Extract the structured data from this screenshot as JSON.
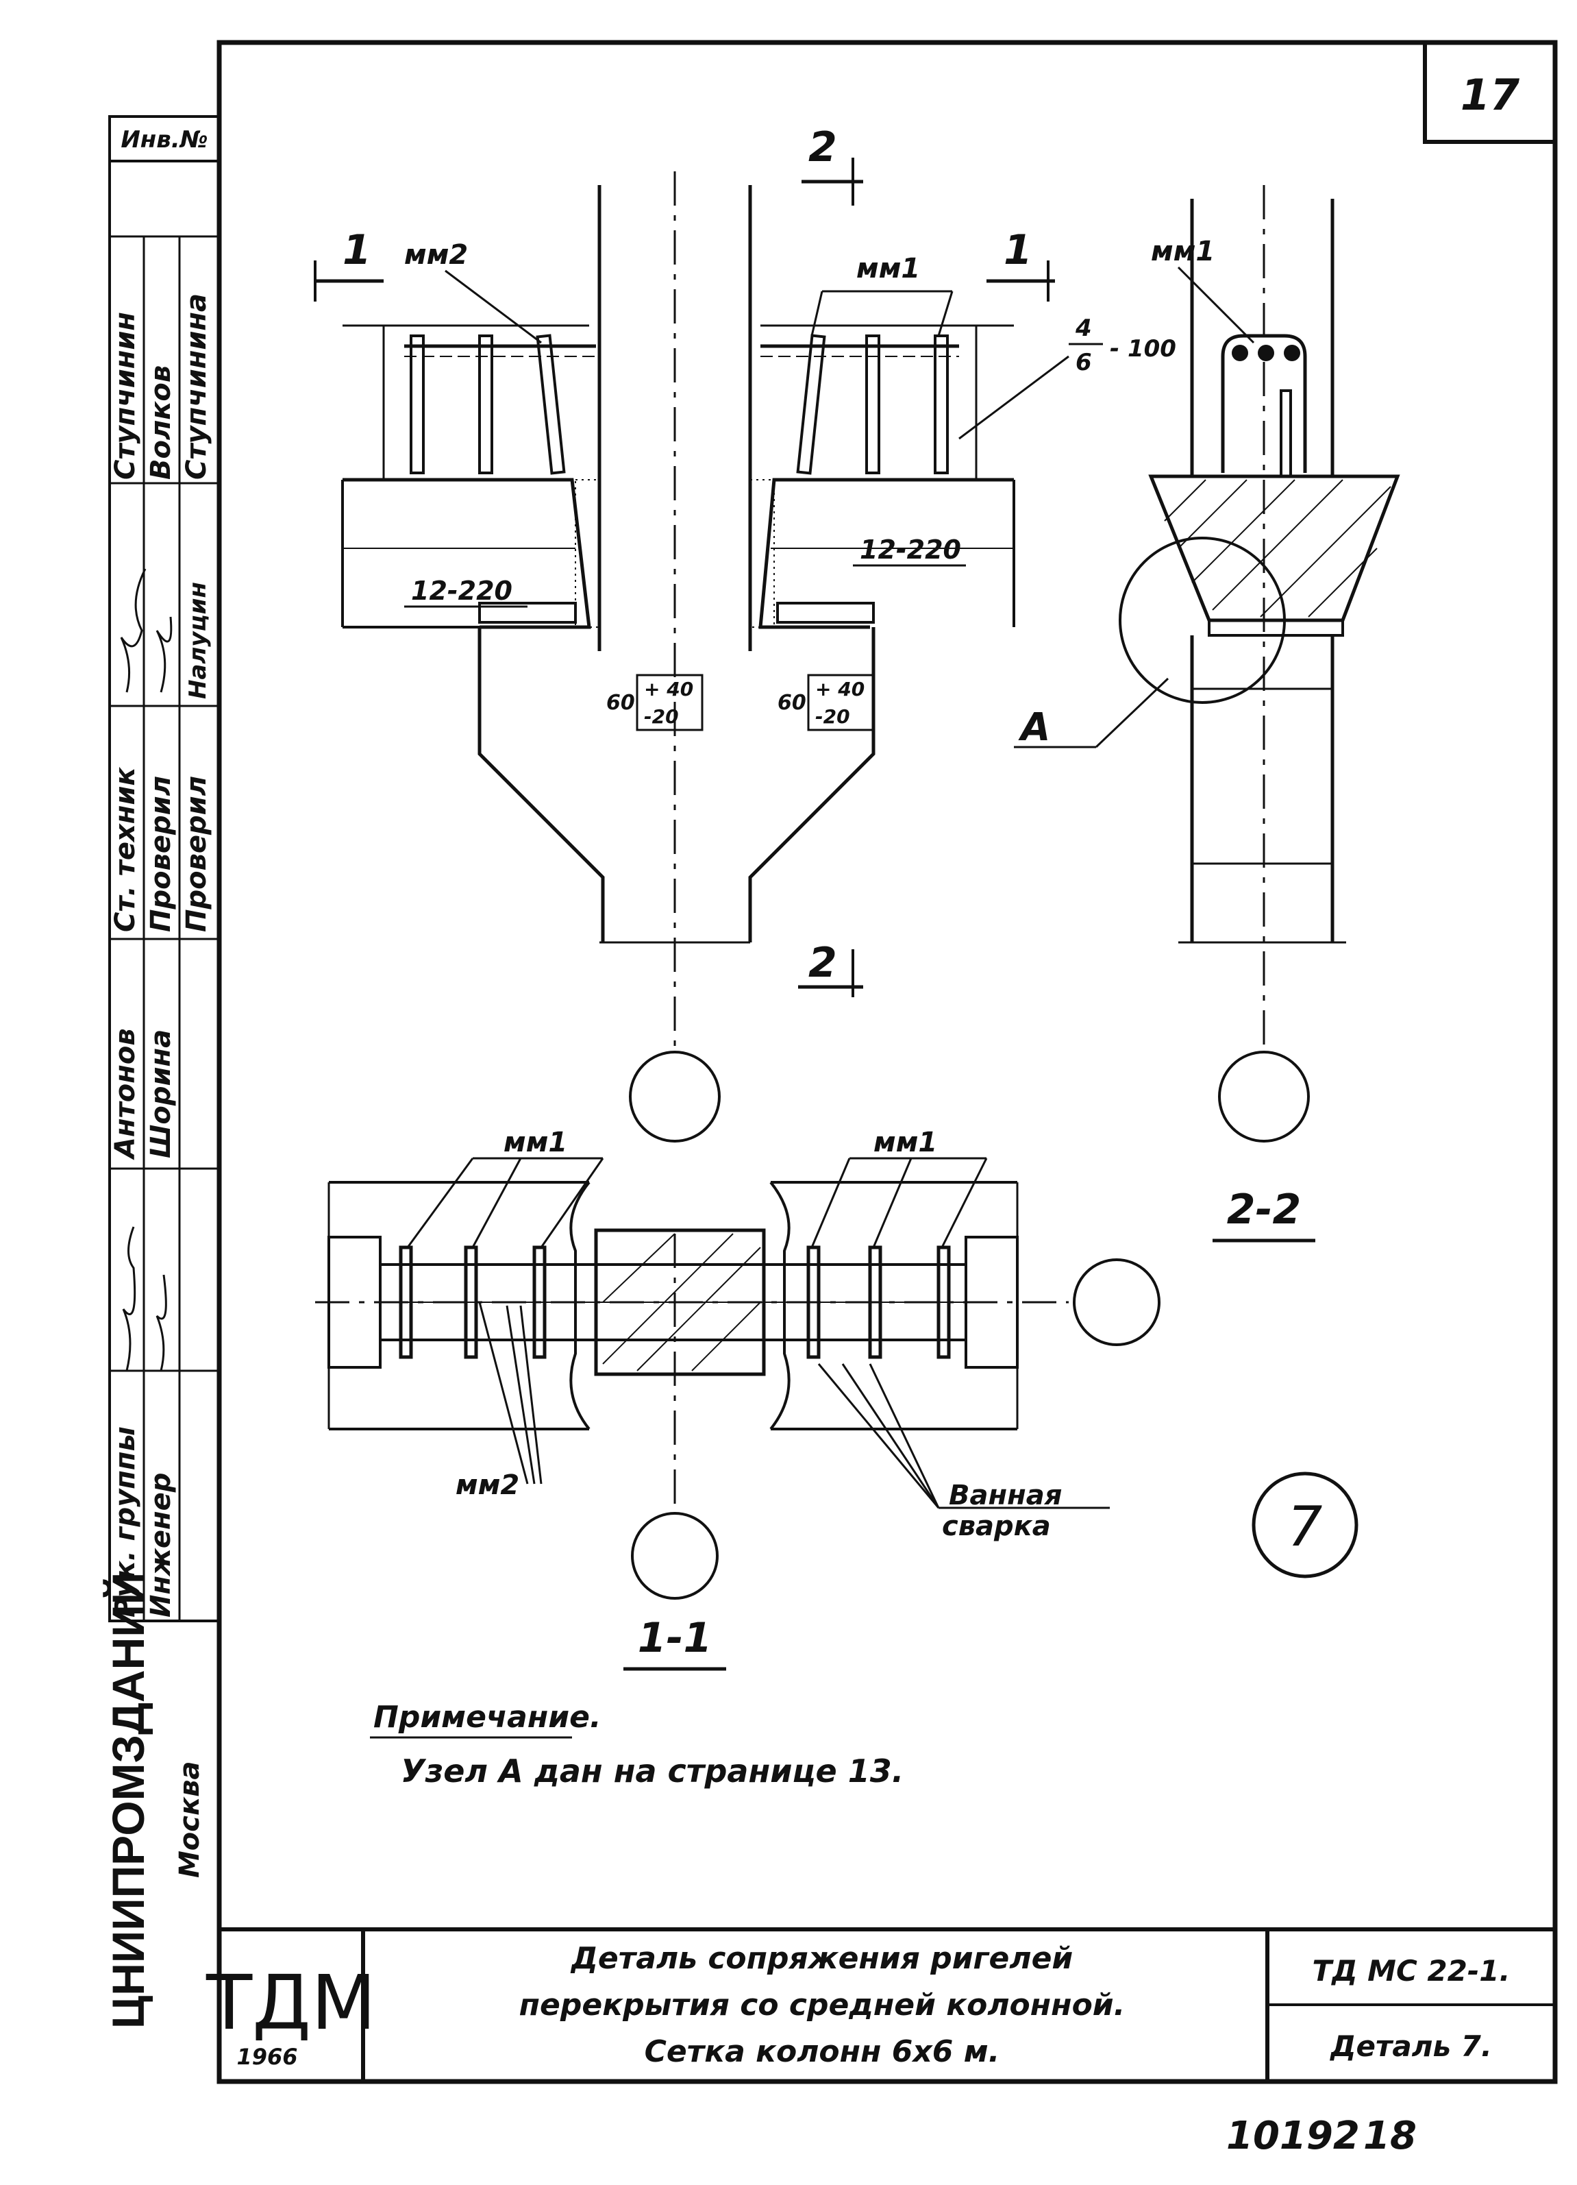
{
  "sheet": {
    "page_number": "17",
    "inventory_label": "Инв.№",
    "archive_number": "10192",
    "archive_page": "18"
  },
  "stamp": {
    "names": [
      {
        "role": "Ст. техник",
        "name": "Ступчинин"
      },
      {
        "role": "Проверил",
        "name": "Волков"
      },
      {
        "role": "Проверил",
        "name": "Ступчинина"
      },
      {
        "role": "Рук. группы",
        "name": "Антонов"
      },
      {
        "role": "Инженер",
        "name": "Шорина"
      }
    ],
    "signature_note": "Налуцин",
    "institute": "ЦНИИПРОМЗДАНИЙ",
    "city": "Москва",
    "logo": "ТДМ",
    "year": "1966",
    "title_line1": "Деталь сопряжения ригелей",
    "title_line2": "перекрытия со средней колонной.",
    "title_line3": "Сетка колонн 6х6 м.",
    "code": "ТД МС 22-1.",
    "detail": "Деталь 7."
  },
  "drawing": {
    "section_1": "1",
    "section_2": "2",
    "label_mm2": "мм2",
    "label_mm1": "мм1",
    "rebar_note_num": "4",
    "rebar_note_den": "6",
    "rebar_note_step": "- 100",
    "mesh_left": "12-220",
    "mesh_right": "12-220",
    "dim_60": "60",
    "tol_plus": "+ 40",
    "tol_minus": "-20",
    "node_a": "А",
    "view_2_2": "2-2",
    "view_1_1": "1-1",
    "weld_line1": "Ванная",
    "weld_line2": "сварка",
    "detail_number": "7"
  },
  "notes": {
    "heading": "Примечание.",
    "text": "Узел А дан на странице 13."
  }
}
